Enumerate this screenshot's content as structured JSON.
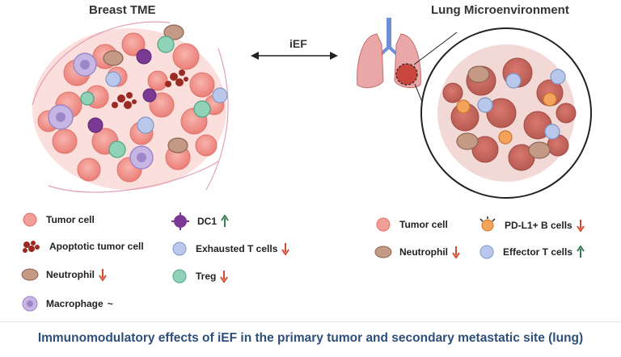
{
  "titles": {
    "breast": "Breast TME",
    "lung": "Lung Microenvironment",
    "center_arrow": "iEF"
  },
  "legend_breast": {
    "tumor_cell": "Tumor cell",
    "apoptotic": "Apoptotic tumor cell",
    "neutrophil": "Neutrophil",
    "macrophage": "Macrophage",
    "macrophage_trend": "~",
    "dc1": "DC1",
    "exhausted_t": "Exhausted T cells",
    "treg": "Treg"
  },
  "legend_lung": {
    "tumor_cell": "Tumor cell",
    "neutrophil": "Neutrophil",
    "pdl1_b": "PD-L1+ B cells",
    "effector_t": "Effector T cells"
  },
  "trend_colors": {
    "up": "#3b7a57",
    "down": "#d34b2f"
  },
  "footer": "Immunomodulatory effects of iEF in the primary tumor and secondary metastatic site (lung)"
}
